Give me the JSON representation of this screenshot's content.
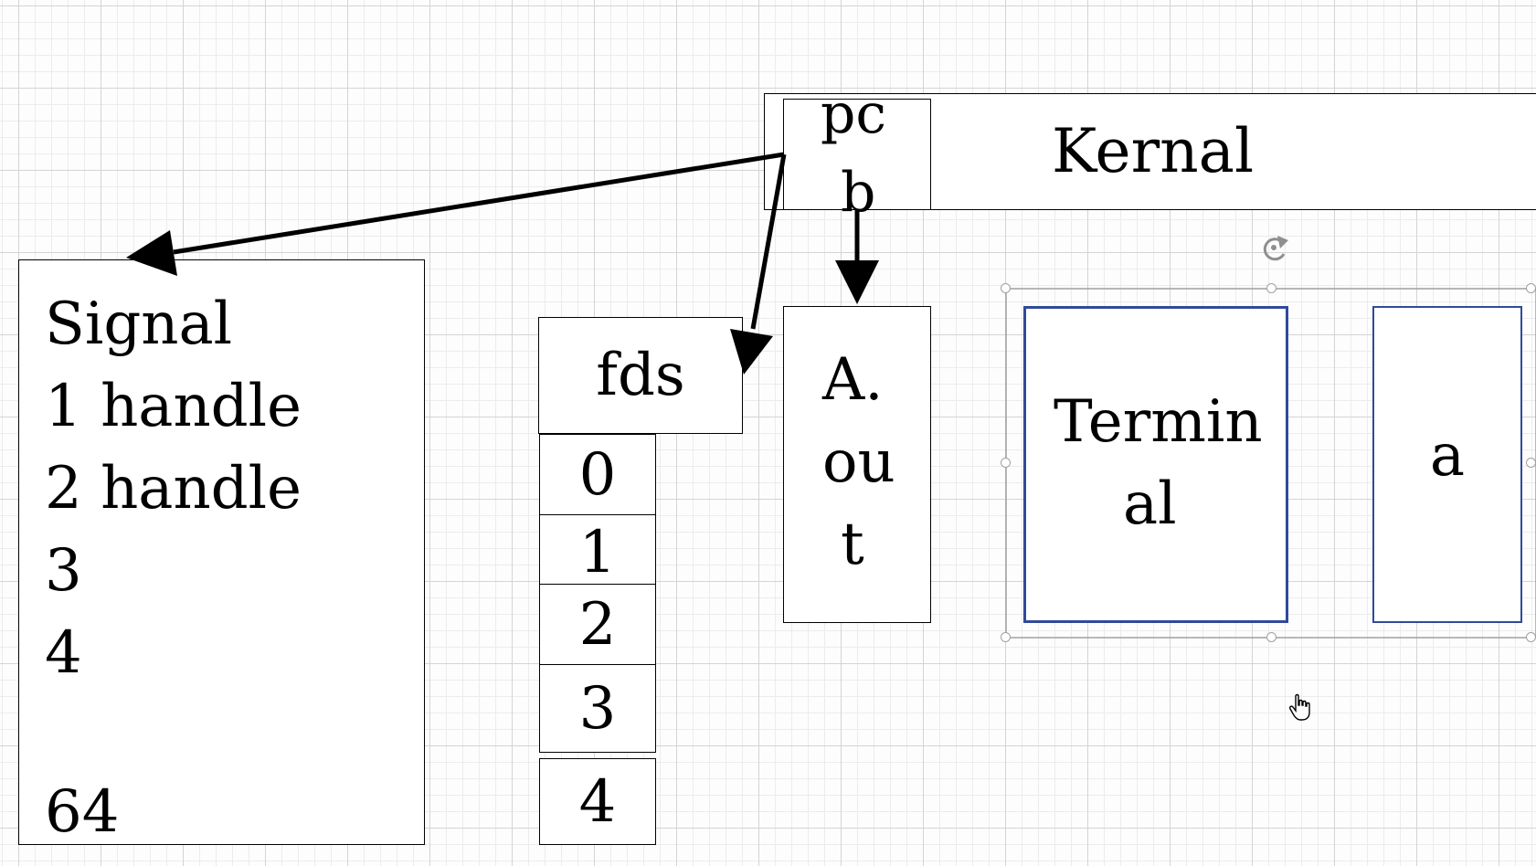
{
  "colors": {
    "stroke": "#000000",
    "selected_border": "#2f4a9a",
    "selection_frame": "#a0a0a0"
  },
  "kernel": {
    "label": "Kernal"
  },
  "pcb": {
    "line1": "pc",
    "line2": "b"
  },
  "signal": {
    "title": "Signal",
    "rows": [
      "1 handle",
      "2 handle",
      "3",
      "4",
      "64"
    ]
  },
  "fds": {
    "label": "fds",
    "slots": [
      "0",
      "1",
      "2",
      "3",
      "4"
    ]
  },
  "aout": {
    "lines": [
      "A.",
      "ou",
      "t"
    ]
  },
  "terminal": {
    "lines": [
      "Termin",
      "al"
    ]
  },
  "file_a": {
    "label": "a"
  },
  "icons": {
    "rotate_handle": "rotate-icon",
    "cursor": "hand-pointer-icon"
  }
}
